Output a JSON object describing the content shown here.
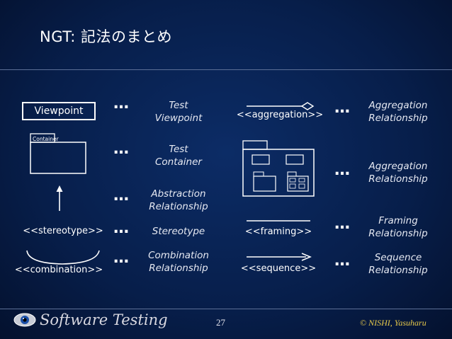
{
  "slide": {
    "title": "NGT: 記法のまとめ",
    "page_number": "27",
    "copyright": "© NISHI, Yasuharu",
    "logo_text": "Software Testing",
    "ellipsis": "…"
  },
  "left_column": {
    "viewpoint_box_label": "Viewpoint",
    "container_tab_label": "Container",
    "stereotype_label": "<<stereotype>>",
    "combination_label": "<<combination>>"
  },
  "left_meanings": [
    "Test\nViewpoint",
    "Test\nContainer",
    "Abstraction\nRelationship",
    "Stereotype",
    "Combination\nRelationship"
  ],
  "right_column": {
    "aggregation_label": "<<aggregation>>",
    "framing_label": "<<framing>>",
    "sequence_label": "<<sequence>>"
  },
  "right_meanings": [
    "Aggregation\nRelationship",
    "Aggregation\nRelationship",
    "Framing\nRelationship",
    "Sequence\nRelationship"
  ],
  "colors": {
    "background": "#071e4a",
    "text": "#ffffff",
    "copyright": "#e6c84a"
  }
}
